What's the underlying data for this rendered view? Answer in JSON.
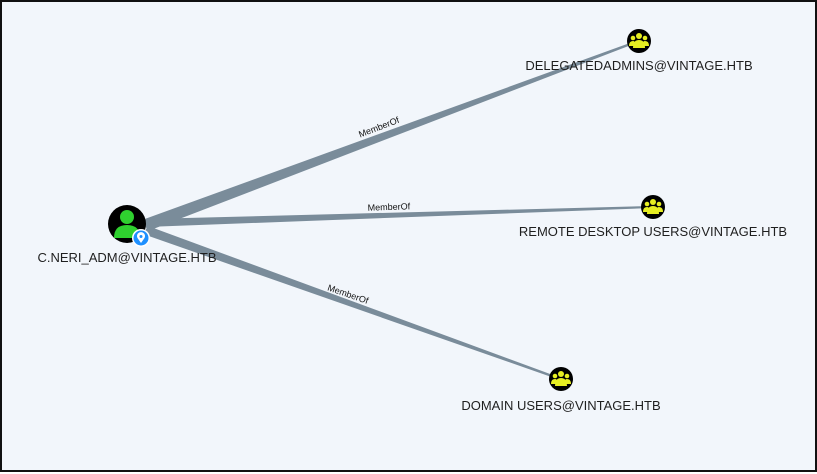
{
  "graph": {
    "colors": {
      "background": "#f2f6fb",
      "edge": "#7a8c9a",
      "user_fill": "#2fd12f",
      "group_fill": "#e6ee22",
      "node_bg": "#000000",
      "badge": "#1e90ff"
    },
    "source": {
      "label": "C.NERI_ADM@VINTAGE.HTB",
      "type": "user",
      "icon": "user-icon",
      "badge_icon": "location-pin-icon"
    },
    "targets": [
      {
        "label": "DELEGATEDADMINS@VINTAGE.HTB",
        "type": "group",
        "icon": "group-icon"
      },
      {
        "label": "REMOTE DESKTOP USERS@VINTAGE.HTB",
        "type": "group",
        "icon": "group-icon"
      },
      {
        "label": "DOMAIN USERS@VINTAGE.HTB",
        "type": "group",
        "icon": "group-icon"
      }
    ],
    "edges": [
      {
        "label": "MemberOf",
        "from": "C.NERI_ADM@VINTAGE.HTB",
        "to": "DELEGATEDADMINS@VINTAGE.HTB"
      },
      {
        "label": "MemberOf",
        "from": "C.NERI_ADM@VINTAGE.HTB",
        "to": "REMOTE DESKTOP USERS@VINTAGE.HTB"
      },
      {
        "label": "MemberOf",
        "from": "C.NERI_ADM@VINTAGE.HTB",
        "to": "DOMAIN USERS@VINTAGE.HTB"
      }
    ]
  }
}
